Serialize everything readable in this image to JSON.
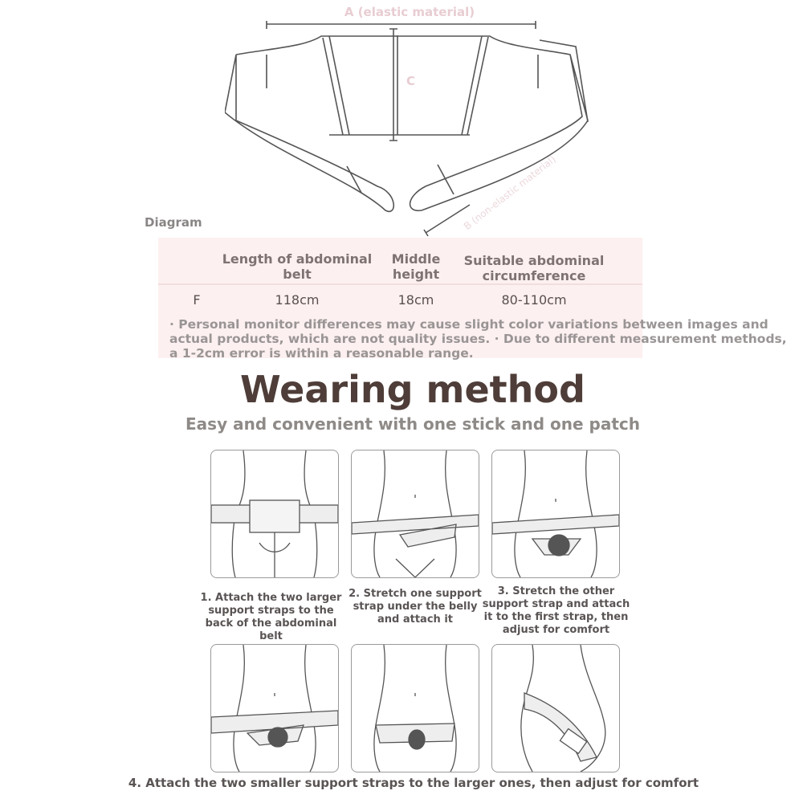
{
  "diagram": {
    "label_a": "A (elastic material)",
    "label_b": "B (non-elastic material)",
    "label_c": "C",
    "caption": "Diagram"
  },
  "size_table": {
    "headers": [
      "",
      "Length of abdominal belt",
      "Middle height",
      "Suitable abdominal circumference"
    ],
    "rows": [
      [
        "F",
        "118cm",
        "18cm",
        "80-110cm"
      ]
    ]
  },
  "note": "· Personal monitor differences may cause slight color variations between images and actual products, which are not quality issues. · Due to different measurement methods, a 1-2cm error is within a reasonable range.",
  "wearing": {
    "title": "Wearing method",
    "subtitle": "Easy and convenient with one stick and one patch",
    "steps": [
      "1. Attach the two larger support straps to the back of the abdominal belt",
      "2. Stretch one support strap under the belly and attach it",
      "3. Stretch the other support strap and attach it to the first strap, then adjust for comfort",
      "4. Attach the two smaller support straps to the larger ones, then adjust for comfort"
    ]
  },
  "colors": {
    "title": "#4e3d38",
    "table_bg": "#fdf0f0",
    "label_pink": "#e8cdd2"
  }
}
